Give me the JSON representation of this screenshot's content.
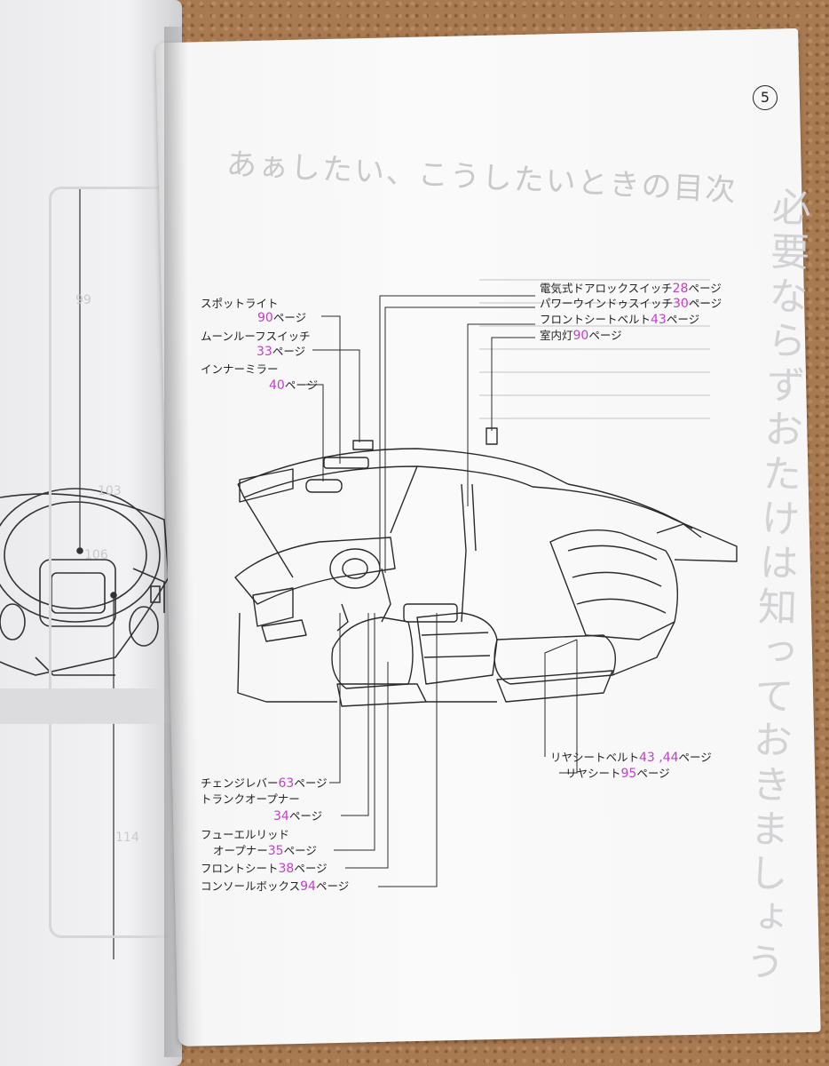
{
  "page_number": "5",
  "background_title": "あぁしたい、こうしたいときの目次",
  "background_side_text": "必要ならずおたけは知っておきましょう",
  "labels": {
    "spotlight": {
      "name": "スポットライト",
      "page": "90",
      "suffix": "ページ"
    },
    "moonroof": {
      "name": "ムーンルーフスイッチ",
      "page": "33",
      "suffix": "ページ"
    },
    "inner_mirror": {
      "name": "インナーミラー",
      "page": "40",
      "suffix": "ページ"
    },
    "door_lock": {
      "name": "電気式ドアロックスイッチ",
      "page": "28",
      "suffix": "ページ"
    },
    "power_window": {
      "name": "パワーウインドゥスイッチ",
      "page": "30",
      "suffix": "ページ"
    },
    "front_seatbelt": {
      "name": "フロントシートベルト",
      "page": "43",
      "suffix": "ページ"
    },
    "room_light": {
      "name": "室内灯",
      "page": "90",
      "suffix": "ページ"
    },
    "rear_seatbelt": {
      "name": "リヤシートベルト",
      "page": "43 ,44",
      "suffix": "ページ"
    },
    "rear_seat": {
      "name": "リヤシート",
      "page": "95",
      "suffix": "ページ"
    },
    "change_lever": {
      "name": "チェンジレバー",
      "page": "63",
      "suffix": "ページ"
    },
    "trunk_opener": {
      "name": "トランクオープナー",
      "page": "34",
      "suffix": "ページ"
    },
    "fuel_lid": {
      "name": "フューエルリッド",
      "name2": "オープナー",
      "page": "35",
      "suffix": "ページ"
    },
    "front_seat": {
      "name": "フロントシート",
      "page": "38",
      "suffix": "ページ"
    },
    "console_box": {
      "name": "コンソールボックス",
      "page": "94",
      "suffix": "ページ"
    }
  }
}
